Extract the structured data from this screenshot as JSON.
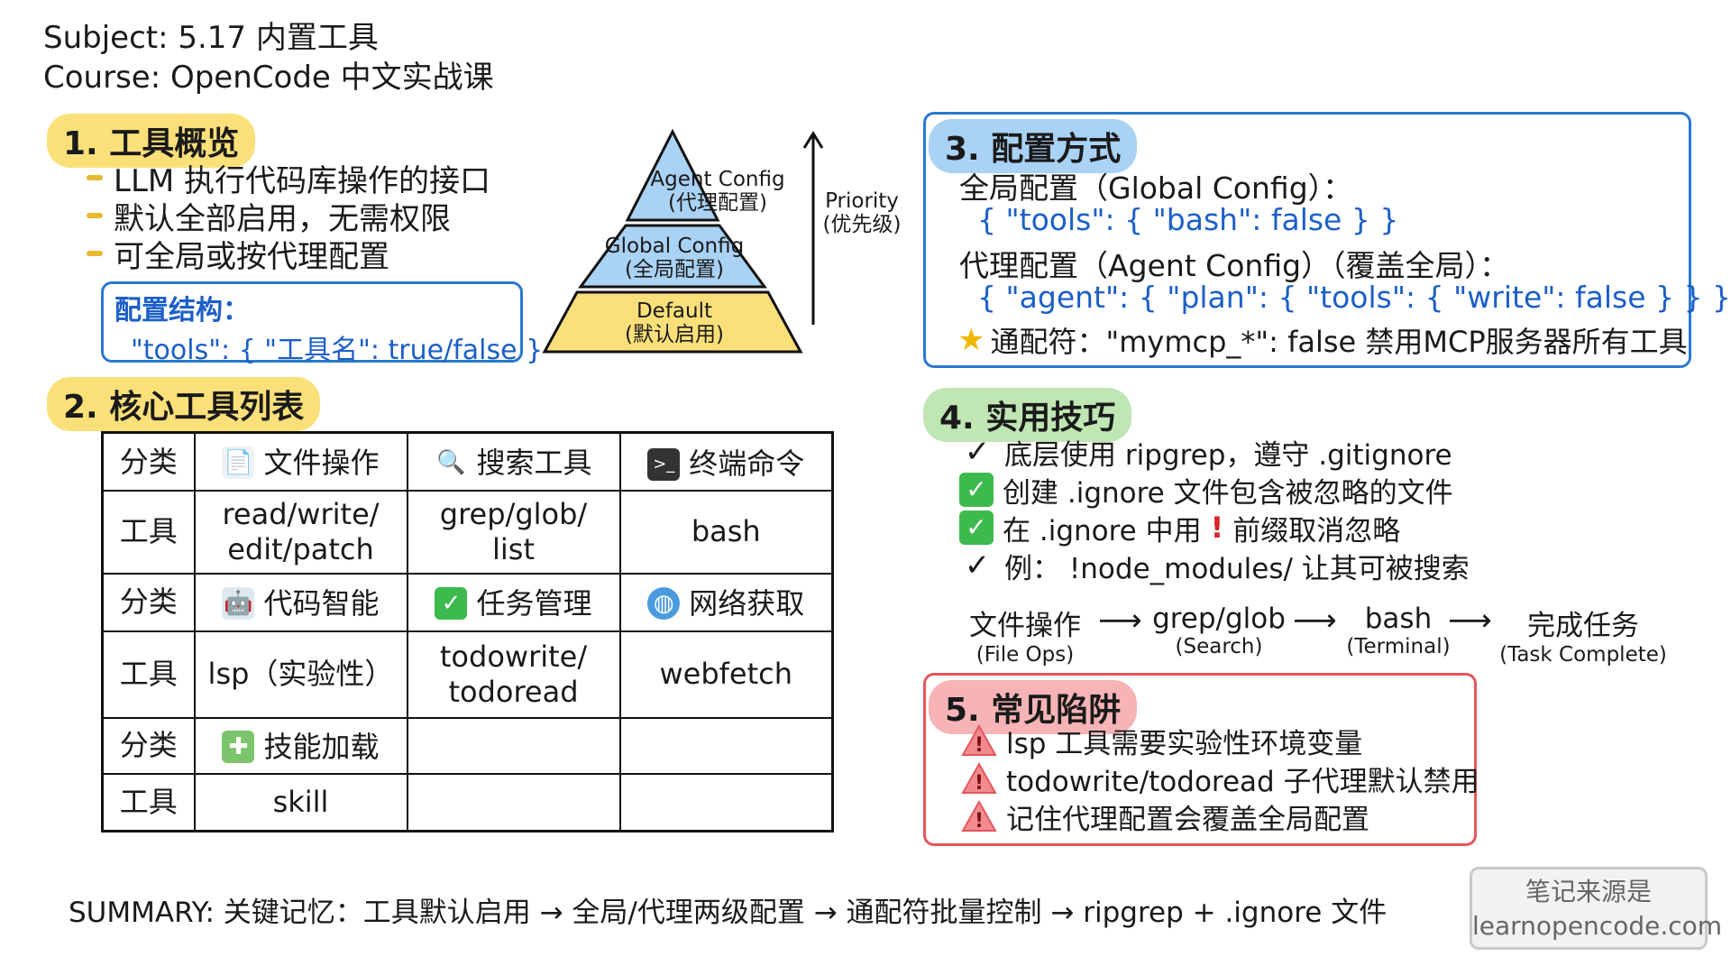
{
  "header": {
    "subject": "Subject: 5.17 内置工具",
    "course": "Course: OpenCode 中文实战课"
  },
  "section1": {
    "title": "1. 工具概览",
    "bullets": [
      "LLM 执行代码库操作的接口",
      "默认全部启用，无需权限",
      "可全局或按代理配置"
    ],
    "config_label": "配置结构：",
    "config_code": "\"tools\": { \"工具名\": true/false }"
  },
  "pyramid": {
    "top": "Agent Config",
    "top_sub": "(代理配置)",
    "mid": "Global Config",
    "mid_sub": "(全局配置)",
    "base": "Default",
    "base_sub": "(默认启用)",
    "arrow_label": "Priority",
    "arrow_sub": "(优先级)",
    "colors": {
      "top": "#a9d2f5",
      "mid": "#a9d2f5",
      "base": "#fbe07a"
    }
  },
  "section2": {
    "title": "2. 核心工具列表",
    "rows": [
      {
        "type": "分类",
        "cells": [
          {
            "icon": "document-icon",
            "glyph": "📄",
            "text": "文件操作"
          },
          {
            "icon": "magnifier-icon",
            "glyph": "🔍",
            "text": "搜索工具"
          },
          {
            "icon": "terminal-icon",
            "glyph": "🖥",
            "text": "终端命令"
          }
        ]
      },
      {
        "type": "工具",
        "cells": [
          {
            "text": "read/write/\nedit/patch"
          },
          {
            "text": "grep/glob/\nlist"
          },
          {
            "text": "bash"
          }
        ]
      },
      {
        "type": "分类",
        "cells": [
          {
            "icon": "robot-icon",
            "glyph": "🤖",
            "text": "代码智能"
          },
          {
            "icon": "checkbox-icon",
            "glyph": "✓",
            "text": "任务管理"
          },
          {
            "icon": "globe-icon",
            "glyph": "🌐",
            "text": "网络获取"
          }
        ]
      },
      {
        "type": "工具",
        "cells": [
          {
            "text": "lsp（实验性）"
          },
          {
            "text": "todowrite/\ntodoread"
          },
          {
            "text": "webfetch"
          }
        ]
      },
      {
        "type": "分类",
        "cells": [
          {
            "icon": "puzzle-icon",
            "glyph": "🧩",
            "text": "技能加载"
          },
          {
            "text": ""
          },
          {
            "text": ""
          }
        ]
      },
      {
        "type": "工具",
        "cells": [
          {
            "text": "skill"
          },
          {
            "text": ""
          },
          {
            "text": ""
          }
        ]
      }
    ]
  },
  "section3": {
    "title": "3. 配置方式",
    "global_label": "全局配置（Global Config）：",
    "global_code": "{ \"tools\": { \"bash\": false } }",
    "agent_label": "代理配置（Agent Config）（覆盖全局）：",
    "agent_code": "{ \"agent\": { \"plan\": { \"tools\": { \"write\": false } } } }",
    "wildcard": "通配符：\"mymcp_*\": false 禁用MCP服务器所有工具"
  },
  "section4": {
    "title": "4. 实用技巧",
    "tips": [
      {
        "mark": "dark-check",
        "text": "底层使用 ripgrep，遵守 .gitignore"
      },
      {
        "mark": "green-check",
        "text": "创建 .ignore 文件包含被忽略的文件"
      },
      {
        "mark": "green-check",
        "text_a": "在 .ignore 中用",
        "bang": "!",
        "text_b": "前缀取消忽略"
      },
      {
        "mark": "dark-check",
        "text": "例：  !node_modules/ 让其可被搜索"
      }
    ],
    "flow": [
      {
        "main": "文件操作",
        "sub": "(File Ops)"
      },
      {
        "main": "grep/glob",
        "sub": "(Search)"
      },
      {
        "main": "bash",
        "sub": "(Terminal)"
      },
      {
        "main": "完成任务",
        "sub": "(Task Complete)"
      }
    ]
  },
  "section5": {
    "title": "5. 常见陷阱",
    "items": [
      "lsp 工具需要实验性环境变量",
      "todowrite/todoread 子代理默认禁用",
      "记住代理配置会覆盖全局配置"
    ]
  },
  "summary": "SUMMARY: 关键记忆：工具默认启用 → 全局/代理两级配置 → 通配符批量控制 → ripgrep + .ignore 文件",
  "watermark": {
    "line1": "笔记来源是",
    "line2": "learnopencode.com"
  }
}
